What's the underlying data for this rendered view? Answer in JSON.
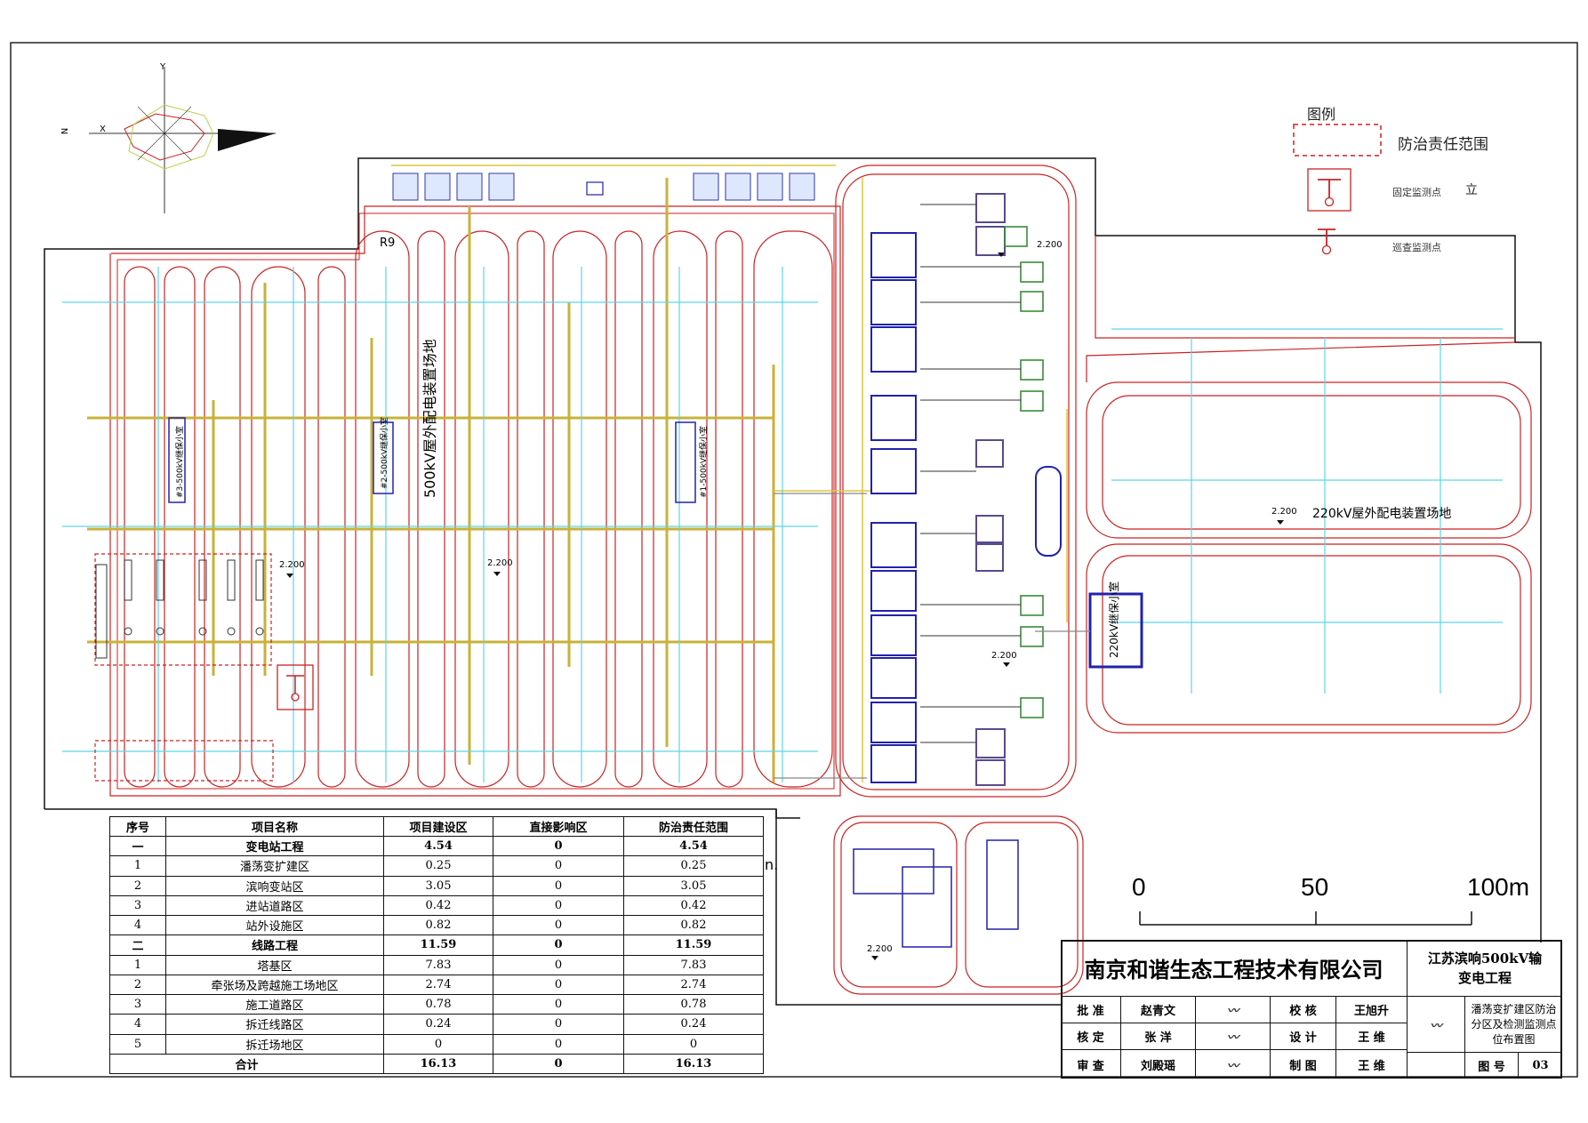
{
  "legend": {
    "title": "图例",
    "items": [
      {
        "label": "防治责任范围",
        "icon": "dashed-red-rect-icon"
      },
      {
        "label": "固定监测点",
        "extra": "立",
        "icon": "fixed-monitor-point-icon"
      },
      {
        "label": "巡查监测点",
        "icon": "patrol-monitor-point-icon"
      }
    ]
  },
  "plan_labels": {
    "r9": "R9",
    "elev_1": "2.200",
    "elev_2": "2.200",
    "elev_3": "2.200",
    "elev_4": "2.200",
    "elev_5": "2.200",
    "elev_6": "2.200",
    "yard_500kv": "500kV屋外配电装置场地",
    "yard_220kv": "220kV屋外配电装置场地",
    "room_220kv": "220kV继保小室",
    "relay_1": "#1-500kV继保小室",
    "relay_2": "#2-500kV继保小室",
    "relay_3": "#3-500kV继保小室",
    "north_arrow": "N",
    "axis_y": "Y",
    "axis_x": "X",
    "stray_char": "n."
  },
  "scale_bar": {
    "labels": [
      "0",
      "50",
      "100m"
    ]
  },
  "summary_table": {
    "headers": [
      "序号",
      "项目名称",
      "项目建设区",
      "直接影响区",
      "防治责任范围"
    ],
    "rows": [
      {
        "no": "一",
        "name": "变电站工程",
        "build": "4.54",
        "impact": "0",
        "total": "4.54",
        "bold": true
      },
      {
        "no": "1",
        "name": "潘荡变扩建区",
        "build": "0.25",
        "impact": "0",
        "total": "0.25",
        "bold": false
      },
      {
        "no": "2",
        "name": "滨响变站区",
        "build": "3.05",
        "impact": "0",
        "total": "3.05",
        "bold": false
      },
      {
        "no": "3",
        "name": "进站道路区",
        "build": "0.42",
        "impact": "0",
        "total": "0.42",
        "bold": false
      },
      {
        "no": "4",
        "name": "站外设施区",
        "build": "0.82",
        "impact": "0",
        "total": "0.82",
        "bold": false
      },
      {
        "no": "二",
        "name": "线路工程",
        "build": "11.59",
        "impact": "0",
        "total": "11.59",
        "bold": true
      },
      {
        "no": "1",
        "name": "塔基区",
        "build": "7.83",
        "impact": "0",
        "total": "7.83",
        "bold": false
      },
      {
        "no": "2",
        "name": "牵张场及跨越施工场地区",
        "build": "2.74",
        "impact": "0",
        "total": "2.74",
        "bold": false
      },
      {
        "no": "3",
        "name": "施工道路区",
        "build": "0.78",
        "impact": "0",
        "total": "0.78",
        "bold": false
      },
      {
        "no": "4",
        "name": "拆迁线路区",
        "build": "0.24",
        "impact": "0",
        "total": "0.24",
        "bold": false
      },
      {
        "no": "5",
        "name": "拆迁场地区",
        "build": "0",
        "impact": "0",
        "total": "0",
        "bold": false
      }
    ],
    "total_row": {
      "label": "合计",
      "build": "16.13",
      "impact": "0",
      "total": "16.13"
    }
  },
  "title_block": {
    "company": "南京和谐生态工程技术有限公司",
    "project_line1": "江苏滨响500kV输",
    "project_line2": "变电工程",
    "approve_label": "批 准",
    "approve_name": "赵青文",
    "check_label": "校 核",
    "check_name": "王旭升",
    "verify_label": "核 定",
    "verify_name": "张 洋",
    "design_label": "设 计",
    "design_name": "王 维",
    "review_label": "审 查",
    "review_name": "刘殿瑶",
    "draw_label": "制 图",
    "draw_name": "王 维",
    "drawing_title": "潘荡变扩建区防治分区及检测监测点位布置图",
    "drawing_no_label": "图 号",
    "drawing_no": "03"
  }
}
